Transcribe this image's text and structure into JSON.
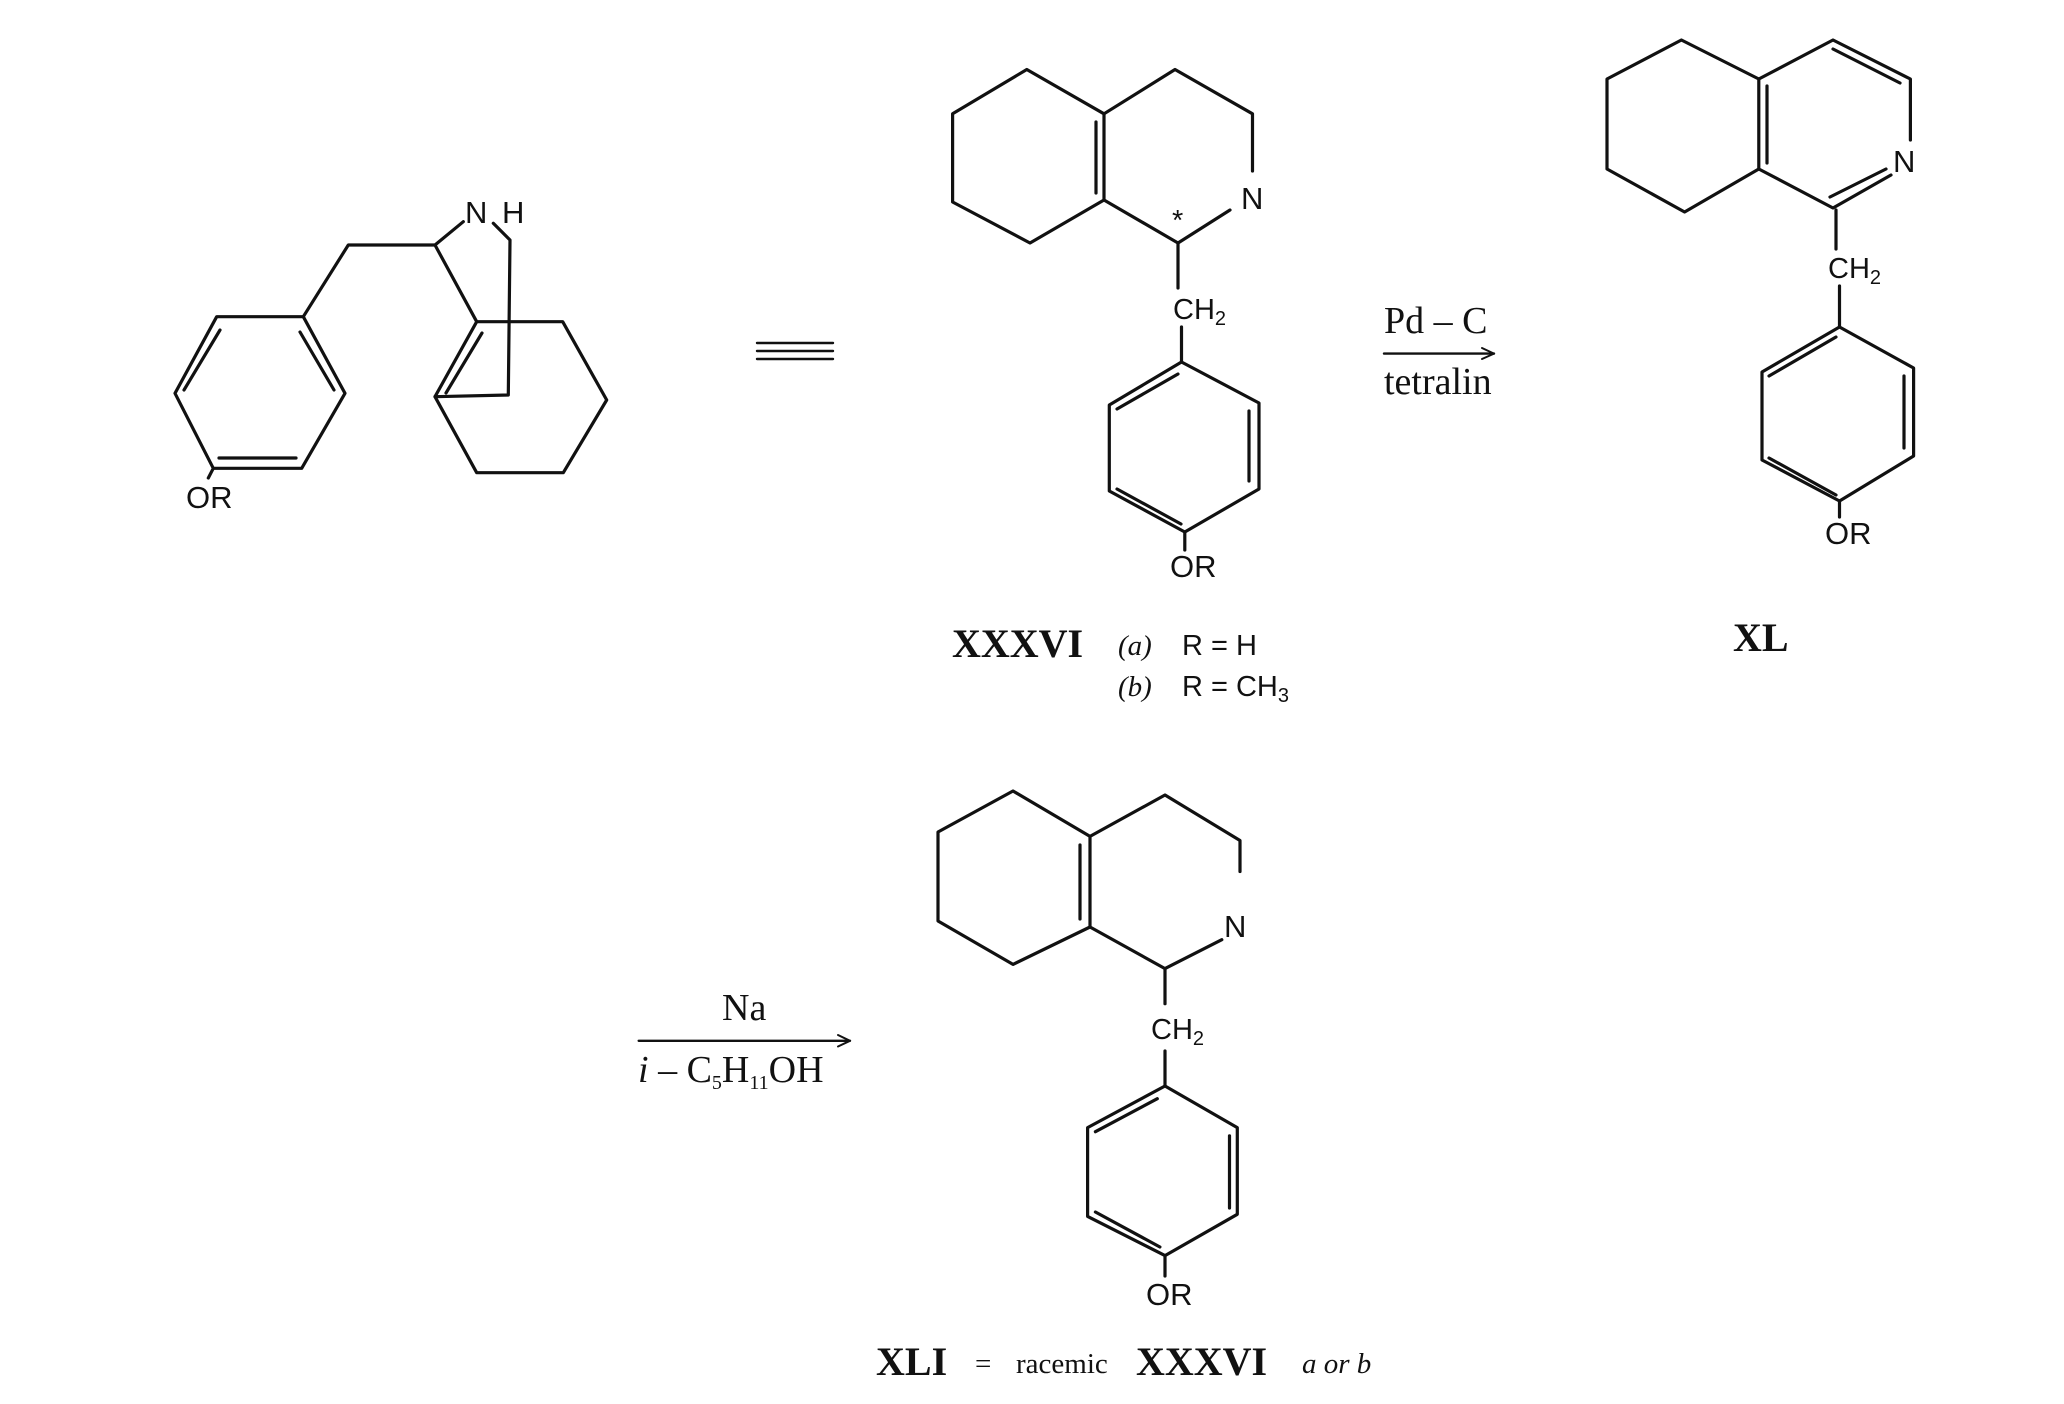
{
  "compounds": {
    "bridged": {
      "n": "N",
      "h": "H",
      "or": "OR"
    },
    "xxxvi": {
      "label": "XXXVI",
      "n": "N",
      "star": "*",
      "ch": "CH",
      "ch_sub": "2",
      "or": "OR",
      "variant_a_tag": "(a)",
      "variant_a": "R = H",
      "variant_b_tag": "(b)",
      "variant_b": "R = CH",
      "variant_b_sub": "3"
    },
    "xl": {
      "label": "XL",
      "n": "N",
      "ch": "CH",
      "ch_sub": "2",
      "or": "OR"
    },
    "xli": {
      "n": "N",
      "ch": "CH",
      "ch_sub": "2",
      "or": "OR"
    }
  },
  "reactions": {
    "step1": {
      "above": "Pd – C",
      "below": "tetralin"
    },
    "step2": {
      "above": "Na",
      "below_prefix": "i",
      "below_c": " – C",
      "below_c_sub": "5",
      "below_h": "H",
      "below_h_sub": "11",
      "below_oh": "OH"
    }
  },
  "caption": {
    "lhs": "XLI",
    "eq": "=",
    "racemic": "racemic",
    "rhs": "XXXVI",
    "variants": "a or b"
  }
}
